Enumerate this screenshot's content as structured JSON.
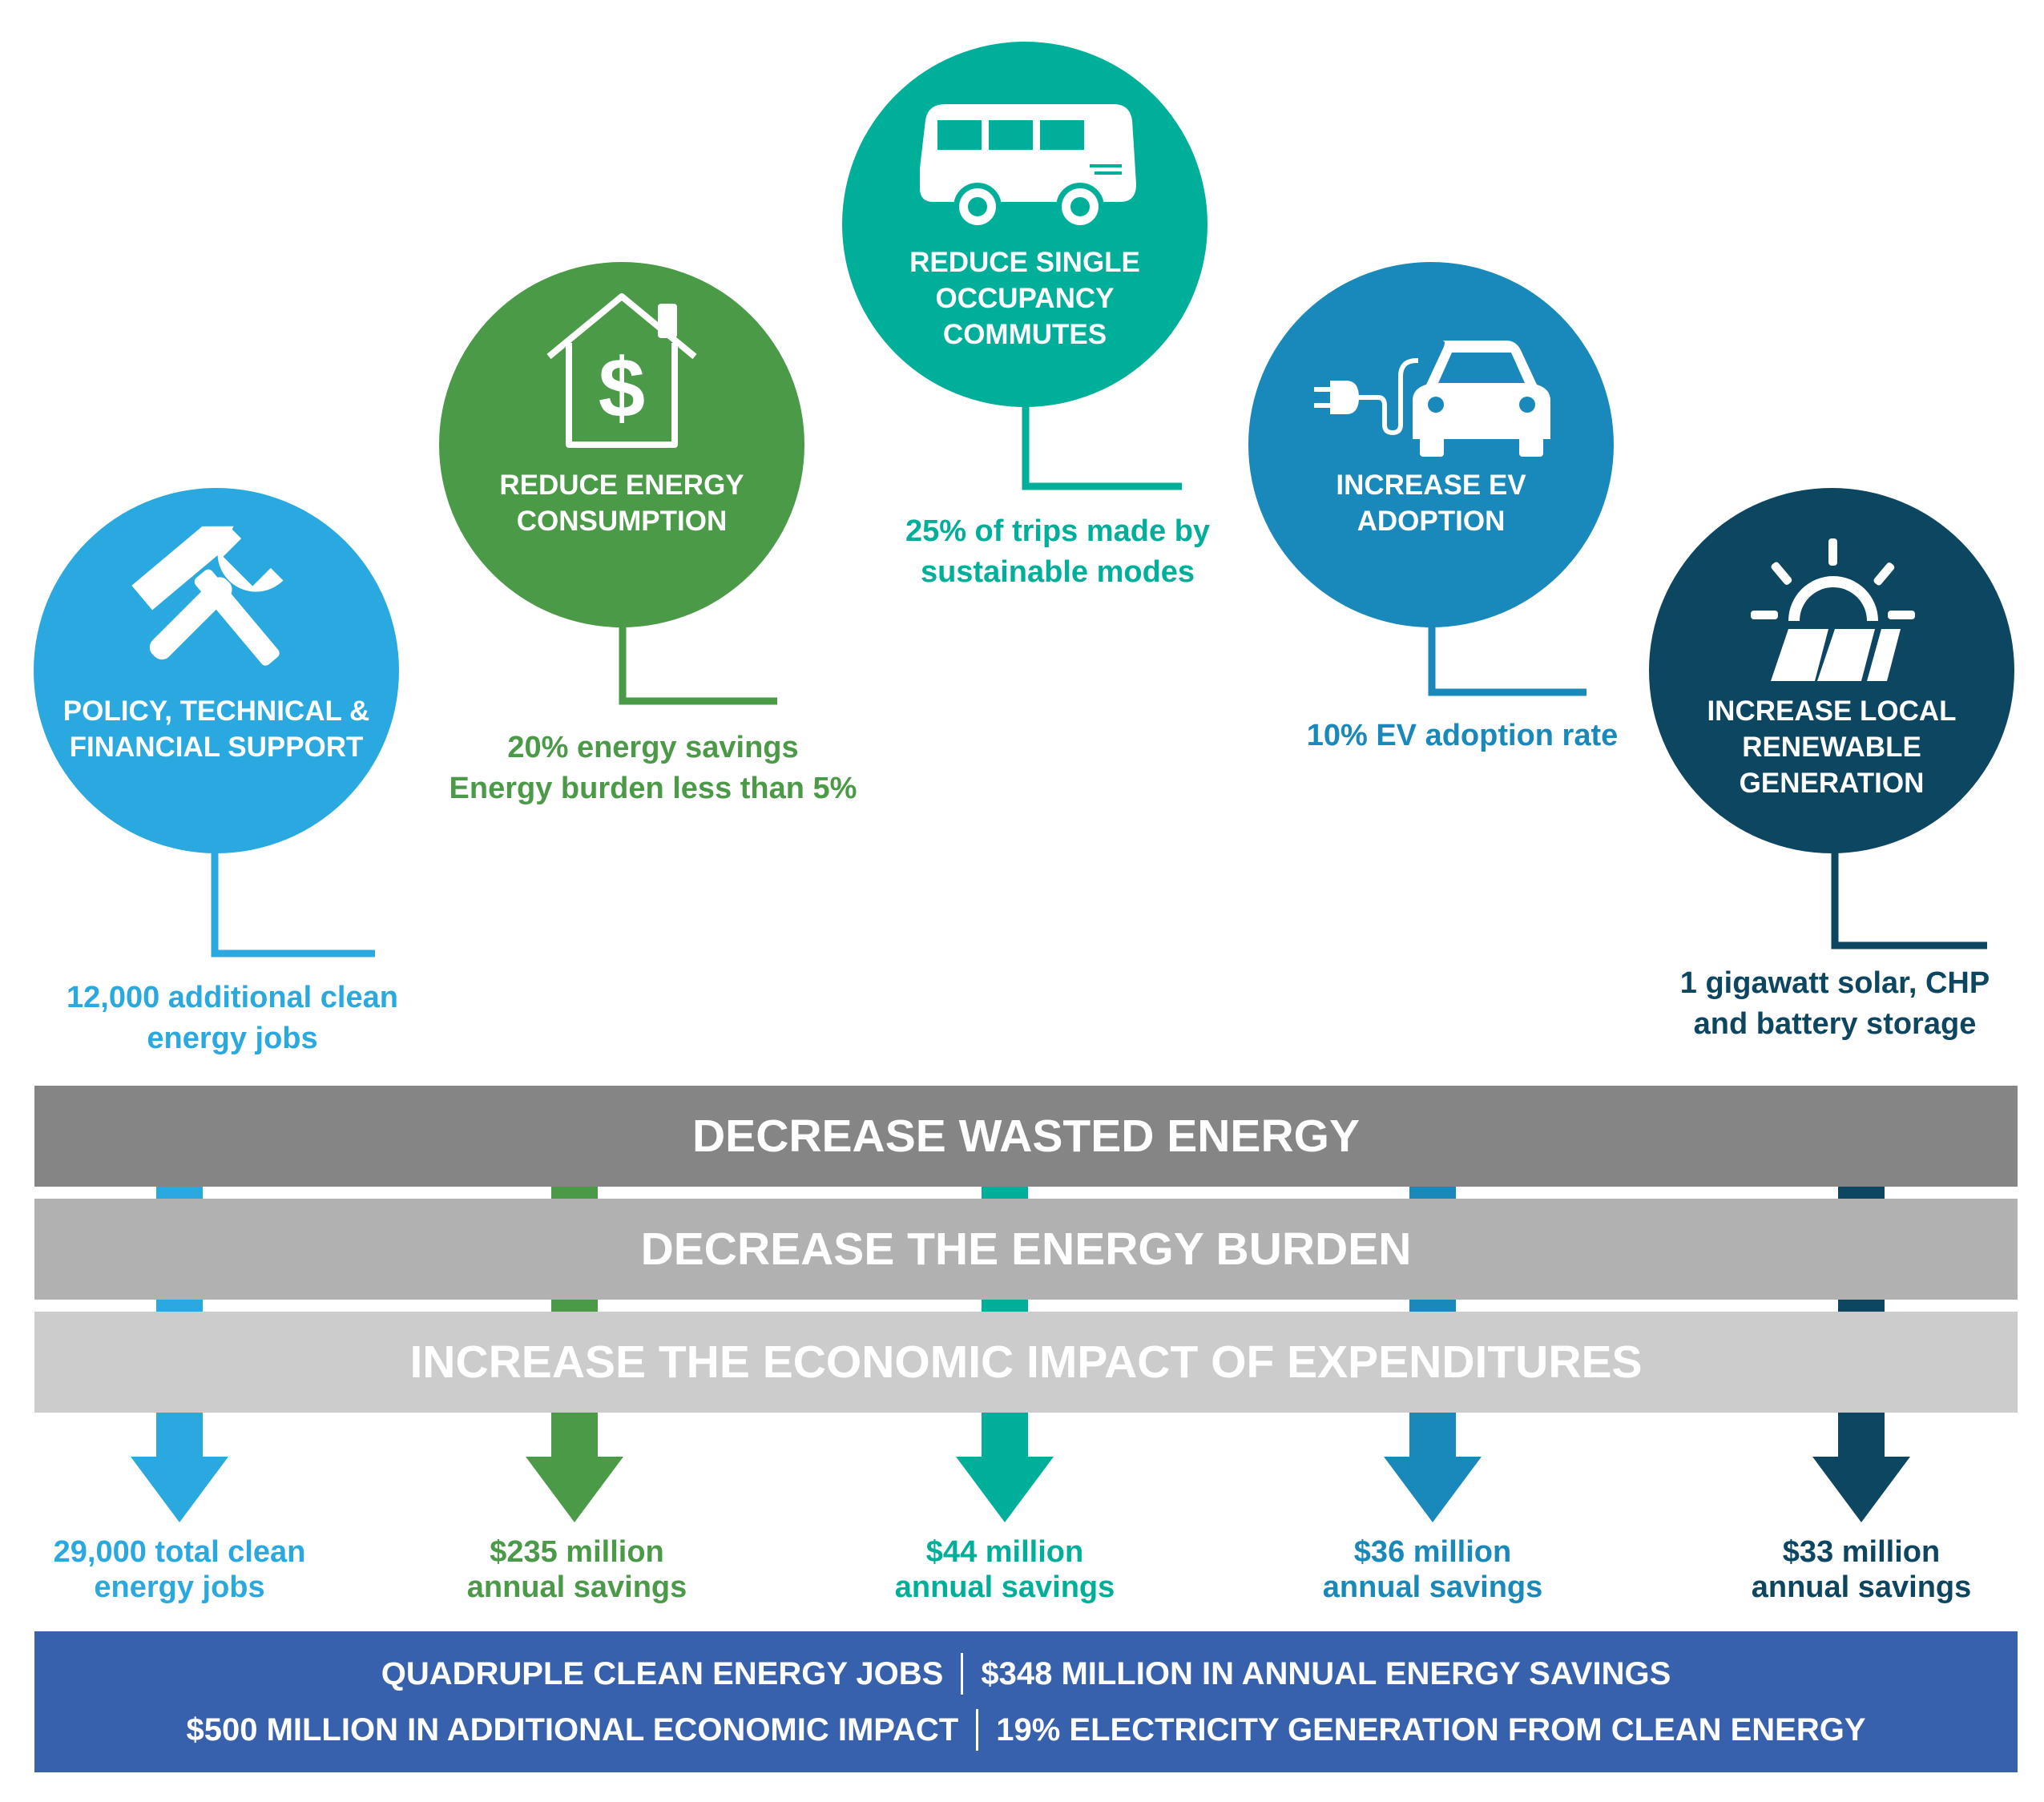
{
  "colors": {
    "policy": "#2aa8e0",
    "energy": "#4a9a47",
    "commute": "#00af9a",
    "ev": "#1889ba",
    "renewable": "#0d4660",
    "band_top": "#858585",
    "band_mid": "#b1b1b1",
    "band_bottom": "#cccccc",
    "summary": "#3861ad"
  },
  "circles": [
    {
      "key": "policy",
      "icon": "wrench-hammer-icon",
      "label": "POLICY, TECHNICAL &\nFINANCIAL SUPPORT",
      "target": "12,000 additional clean\nenergy jobs"
    },
    {
      "key": "energy",
      "icon": "house-dollar-icon",
      "label": "REDUCE ENERGY\nCONSUMPTION",
      "target": "20% energy savings\nEnergy burden less than 5%"
    },
    {
      "key": "commute",
      "icon": "bus-icon",
      "label": "REDUCE SINGLE\nOCCUPANCY\nCOMMUTES",
      "target": "25% of trips made by\nsustainable modes"
    },
    {
      "key": "ev",
      "icon": "electric-car-icon",
      "label": "INCREASE EV\nADOPTION",
      "target": "10% EV adoption rate"
    },
    {
      "key": "renewable",
      "icon": "sun-solar-panel-icon",
      "label": "INCREASE LOCAL\nRENEWABLE\nGENERATION",
      "target": "1 gigawatt solar, CHP\nand battery storage"
    }
  ],
  "bands": [
    "DECREASE WASTED ENERGY",
    "DECREASE THE ENERGY BURDEN",
    "INCREASE THE ECONOMIC IMPACT OF EXPENDITURES"
  ],
  "outcomes": [
    "29,000 total clean\nenergy jobs",
    "$235 million\nannual savings",
    "$44 million\nannual savings",
    "$36 million\nannual savings",
    "$33 million\nannual savings"
  ],
  "summary": {
    "row1_left": "QUADRUPLE CLEAN ENERGY JOBS",
    "row1_right": "$348 MILLION IN ANNUAL ENERGY SAVINGS",
    "row2_left": "$500 MILLION IN ADDITIONAL ECONOMIC IMPACT",
    "row2_right": "19% ELECTRICITY GENERATION FROM CLEAN ENERGY"
  }
}
